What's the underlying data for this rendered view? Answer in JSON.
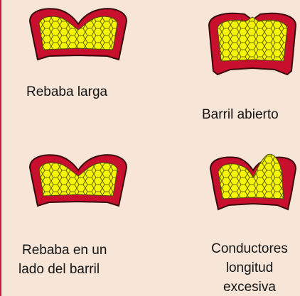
{
  "colors": {
    "background": "#f7e6d8",
    "accent_rule": "#c81e3c",
    "barrel_fill": "#c8102e",
    "barrel_stroke": "#3a0a0a",
    "strand_fill": "#f5f500",
    "strand_stroke": "#4a4a00",
    "caption_text": "#141414"
  },
  "captions": {
    "long_burr": "Rebaba larga",
    "open_barrel": "Barril abierto",
    "one_side_burr_line1": "Rebaba en un",
    "one_side_burr_line2": "lado del barril",
    "conductors_line1": "Conductores",
    "conductors_line2": "longitud",
    "conductors_line3": "excesiva"
  },
  "panels": [
    {
      "name": "long-burr",
      "defect": "burr-both-sides"
    },
    {
      "name": "open-barrel",
      "defect": "open-barrel"
    },
    {
      "name": "burr-one-side",
      "defect": "burr-one-side"
    },
    {
      "name": "excess-conductor-length",
      "defect": "strands-protruding"
    }
  ]
}
